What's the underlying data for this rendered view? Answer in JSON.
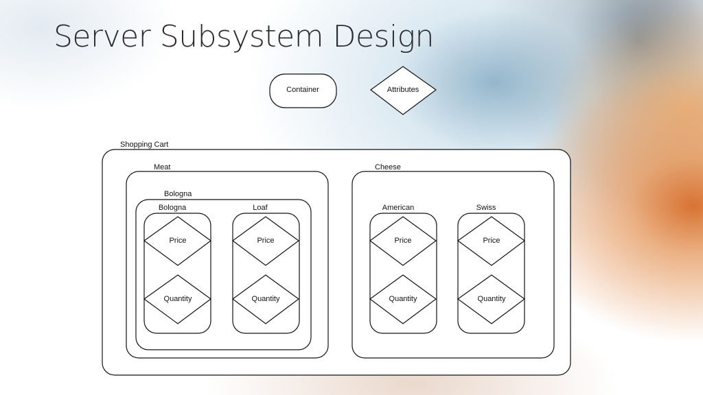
{
  "title": "Server Subsystem Design",
  "legend": {
    "container": "Container",
    "attributes": "Attributes"
  },
  "cart": {
    "label": "Shopping Cart",
    "meat": {
      "label": "Meat",
      "bologna_group": "Bologna",
      "items": [
        {
          "name": "Bologna",
          "price": "Price",
          "quantity": "Quantity"
        },
        {
          "name": "Loaf",
          "price": "Price",
          "quantity": "Quantity"
        }
      ]
    },
    "cheese": {
      "label": "Cheese",
      "items": [
        {
          "name": "American",
          "price": "Price",
          "quantity": "Quantity"
        },
        {
          "name": "Swiss",
          "price": "Price",
          "quantity": "Quantity"
        }
      ]
    }
  }
}
